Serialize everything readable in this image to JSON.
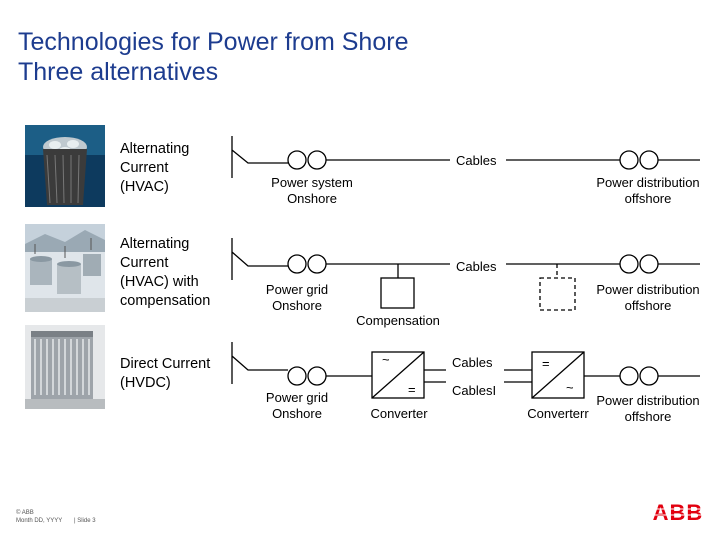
{
  "title": {
    "line1": "Technologies for Power from Shore",
    "line2": "Three alternatives"
  },
  "rows": [
    {
      "label_lines": [
        "Alternating",
        "Current",
        "(HVAC)"
      ],
      "photo_icon": "subsea-cable-cross-section-photo",
      "shore_label": [
        "Power  system",
        "Onshore"
      ],
      "cable_label": "Cables",
      "offshore_label": [
        "Power distribution",
        "offshore"
      ]
    },
    {
      "label_lines": [
        "Alternating",
        "Current",
        "(HVAC) with",
        "compensation"
      ],
      "photo_icon": "compensation-substation-photo",
      "shore_label": [
        "Power  grid",
        "Onshore"
      ],
      "cable_label": "Cables",
      "compensation_label": "Compensation",
      "offshore_label": [
        "Power  distribution",
        "offshore"
      ]
    },
    {
      "label_lines": [
        "Direct Current",
        "(HVDC)"
      ],
      "photo_icon": "hvdc-converter-photo",
      "shore_label": [
        "Power grid",
        "Onshore"
      ],
      "converter_left": {
        "top_symbol": "~",
        "bottom_symbol": "=",
        "label": "Converter"
      },
      "cable_labels": [
        "Cables",
        "CablesI"
      ],
      "converter_right": {
        "top_symbol": "=",
        "bottom_symbol": "~",
        "label": "Converterr"
      },
      "offshore_label": [
        "Power distribution",
        "offshore"
      ]
    }
  ],
  "footer": {
    "copyright": "© ABB",
    "date": "Month DD, YYYY",
    "slide": "| Slide 3"
  },
  "logo_text": "ABB",
  "colors": {
    "title": "#1d3c8f",
    "logo": "#e2000f",
    "line": "#000000"
  }
}
